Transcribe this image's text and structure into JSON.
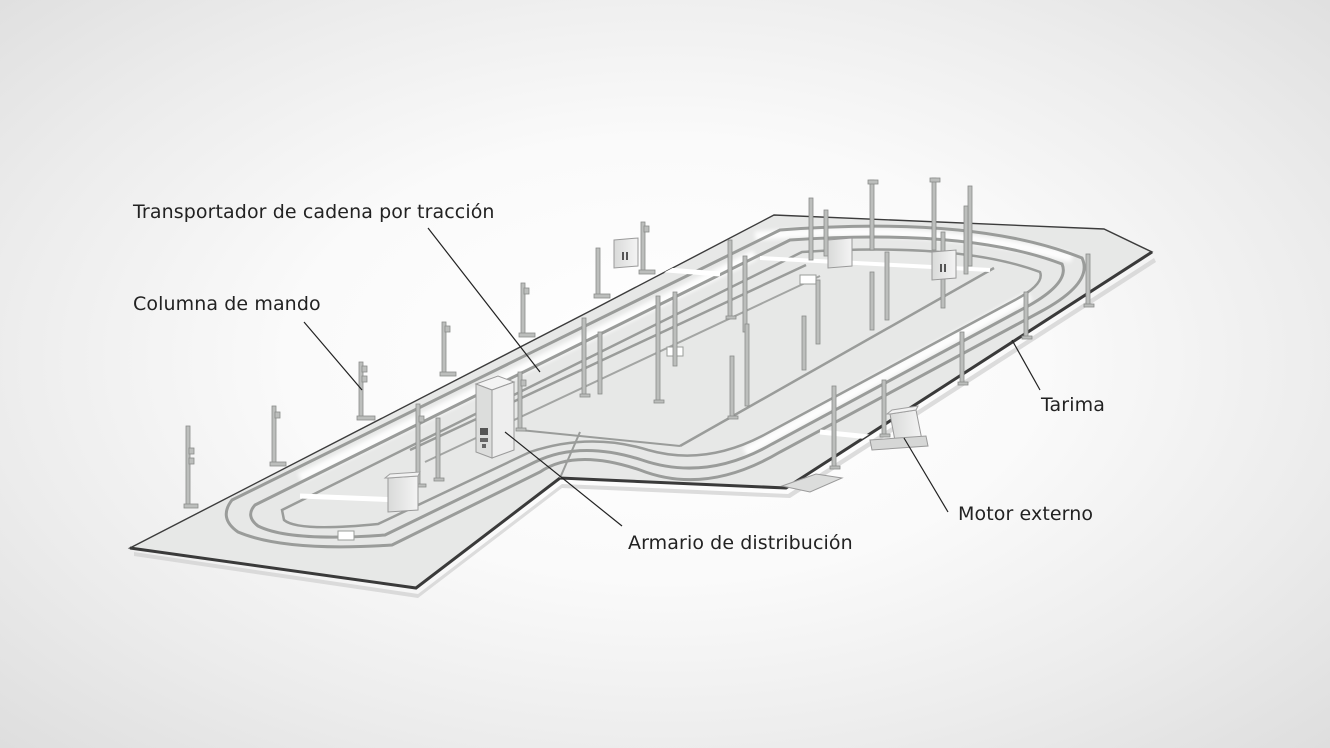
{
  "labels": {
    "chain_conveyor": "Transportador de cadena por tracción",
    "control_column": "Columna de mando",
    "floor_platform": "Tarima",
    "external_motor": "Motor externo",
    "distribution_cabinet": "Armario de distribución"
  },
  "colors": {
    "platform_top": "#e7e8e7",
    "platform_edge": "#3c3c3c",
    "track": "#9a9c9a",
    "glow": "#ffffff",
    "column": "#b7b9b7",
    "label_text": "#222222",
    "leader_line": "#222222"
  }
}
